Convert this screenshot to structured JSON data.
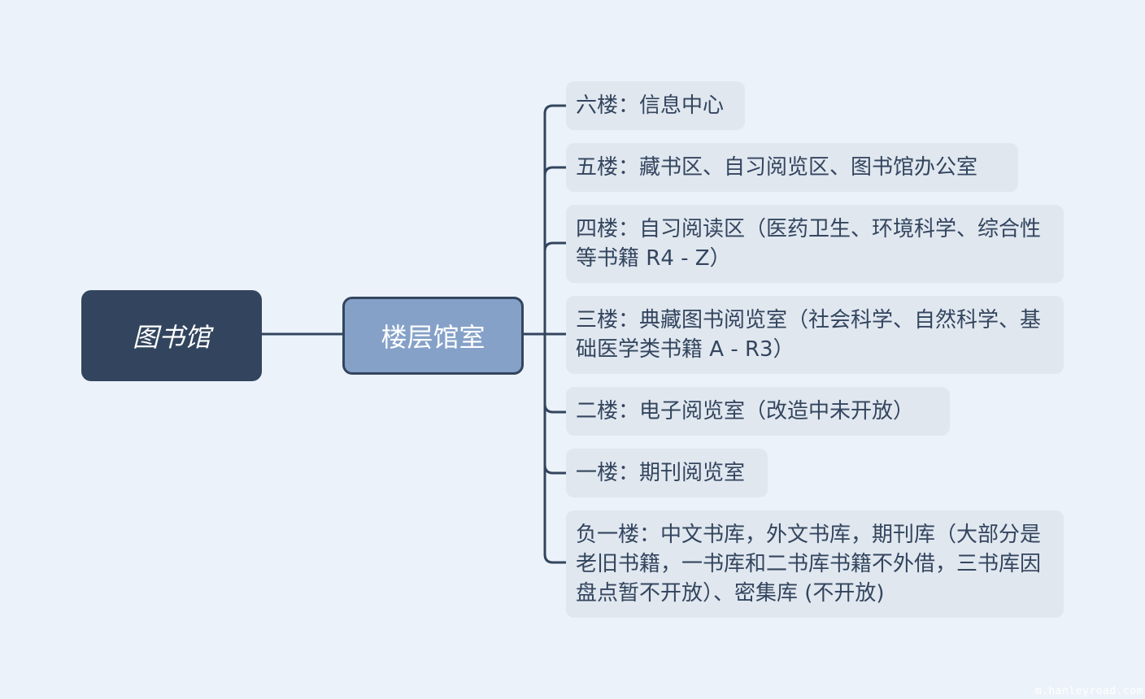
{
  "diagram": {
    "root": {
      "label": "图书馆"
    },
    "main_topic": {
      "label": "楼层馆室"
    },
    "subtopics": [
      {
        "label": "六楼：信息中心"
      },
      {
        "label": "五楼：藏书区、自习阅览区、图书馆办公室"
      },
      {
        "label": "四楼：自习阅读区（医药卫生、环境科学、综合性等书籍 R4 - Z）"
      },
      {
        "label": "三楼：典藏图书阅览室（社会科学、自然科学、基础医学类书籍 A - R3）"
      },
      {
        "label": "二楼：电子阅览室（改造中未开放）"
      },
      {
        "label": "一楼：期刊阅览室"
      },
      {
        "label": "负一楼：中文书库，外文书库，期刊库（大部分是老旧书籍，一书库和二书库书籍不外借，三书库因盘点暂不开放）、密集库 (不开放)"
      }
    ]
  },
  "watermark": {
    "text": "m.hanleyroad.com"
  },
  "colors": {
    "background": "#ebf2fa",
    "root_fill": "#33455e",
    "main_fill": "#85a1c8",
    "leaf_fill": "#e0e7ef",
    "line": "#33455e",
    "text_dark": "#33455e"
  }
}
